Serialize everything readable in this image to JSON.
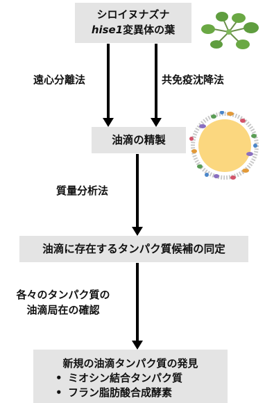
{
  "step1": {
    "line1": "シロイヌナズナ",
    "line2_italic": "hise1",
    "line2_rest": "変異体の葉"
  },
  "method_left": "遠心分離法",
  "method_right": "共免疫沈降法",
  "step2": "油滴の精製",
  "method_mid": "質量分析法",
  "step3": "油滴に存在するタンパク質候補の同定",
  "method_bottom": {
    "line1": "各々のタンパク質の",
    "line2": "油滴局在の確認"
  },
  "result": {
    "title": "新規の油滴タンパク質の発見",
    "items": [
      "ミオシン結合タンパク質",
      "フラン脂肪酸合成酵素"
    ]
  },
  "colors": {
    "box_fill": "#e4e4e4",
    "arrow": "#000000",
    "leaf": "#5f9d3f",
    "oil_droplet": "#fbd77f"
  },
  "icons": [
    "arabidopsis-plant-icon",
    "oil-droplet-icon"
  ]
}
